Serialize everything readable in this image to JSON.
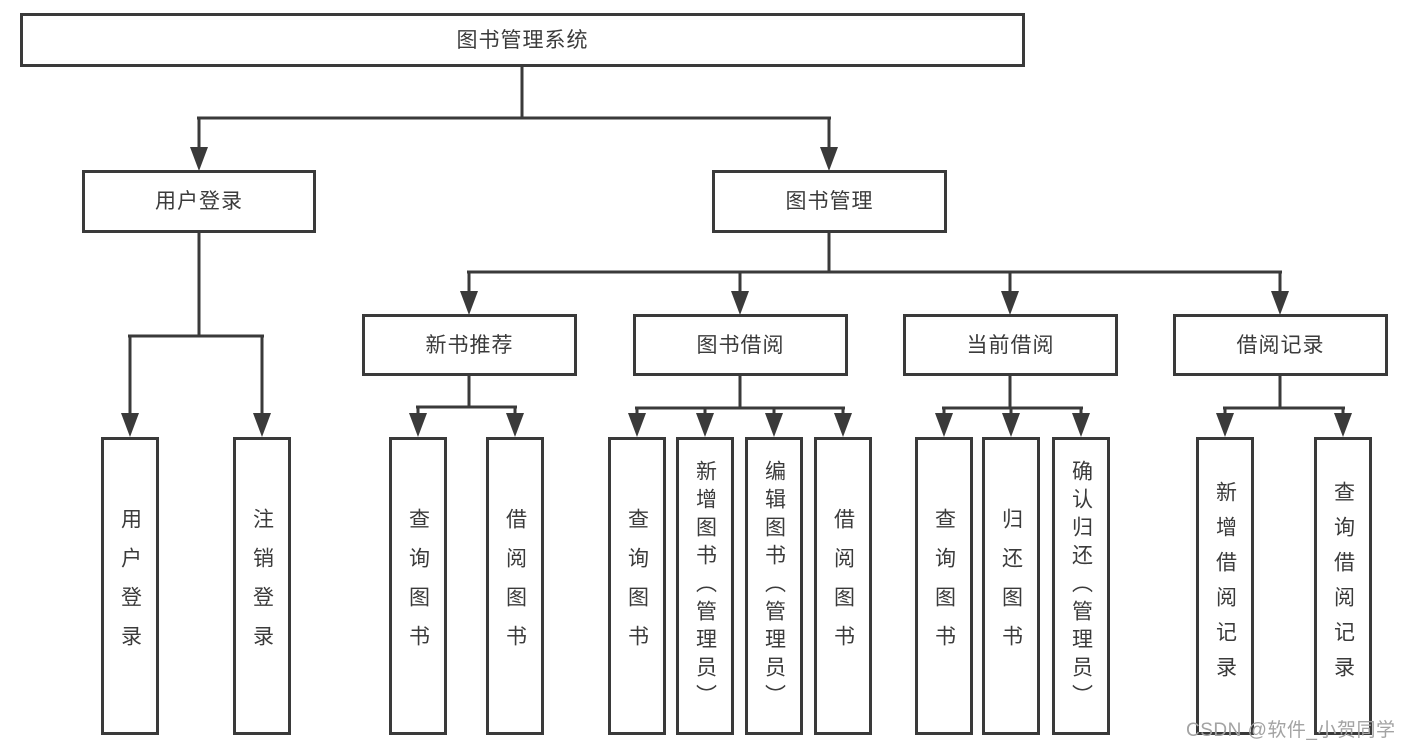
{
  "diagram": {
    "title": "图书管理系统",
    "colors": {
      "line": "#3a3a3a",
      "box_border": "#3a3a3a",
      "text": "#3b3b3b",
      "background": "#ffffff",
      "watermark_text_color": "#a3a3a3"
    },
    "nodes": {
      "root": "图书管理系统",
      "user_login": "用户登录",
      "book_mgmt": "图书管理",
      "new_book_rec": "新书推荐",
      "book_borrow": "图书借阅",
      "current_borrow": "当前借阅",
      "borrow_records": "借阅记录",
      "ul_login": "用户登录",
      "ul_logout": "注销登录",
      "nb_query": "查询图书",
      "nb_borrow": "借阅图书",
      "bb_query": "查询图书",
      "bb_add": "新增图书（管理员）",
      "bb_edit": "编辑图书（管理员）",
      "bb_borrow": "借阅图书",
      "cb_query": "查询图书",
      "cb_return": "归还图书",
      "cb_confirm": "确认归还（管理员）",
      "br_add": "新增借阅记录",
      "br_query": "查询借阅记录"
    },
    "watermark": "CSDN @软件_小贺同学"
  }
}
